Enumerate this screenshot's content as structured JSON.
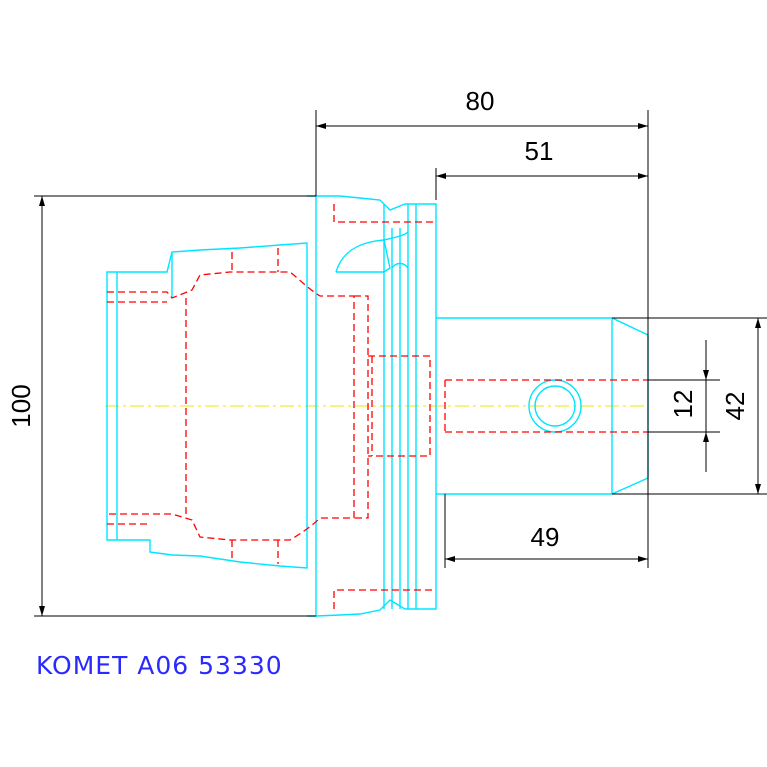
{
  "drawing": {
    "part_number": "KOMET A06 53330",
    "dimensions": {
      "overall_length": "80",
      "shank_length": "51",
      "bore_length": "49",
      "flange_diameter": "100",
      "shank_diameter": "42",
      "bore_diameter": "12"
    },
    "colors": {
      "outline": "#00e5ff",
      "hidden_lines": "#ff0000",
      "centerline": "#e8e800",
      "dimension": "#000000",
      "title": "#2a2aff"
    }
  }
}
